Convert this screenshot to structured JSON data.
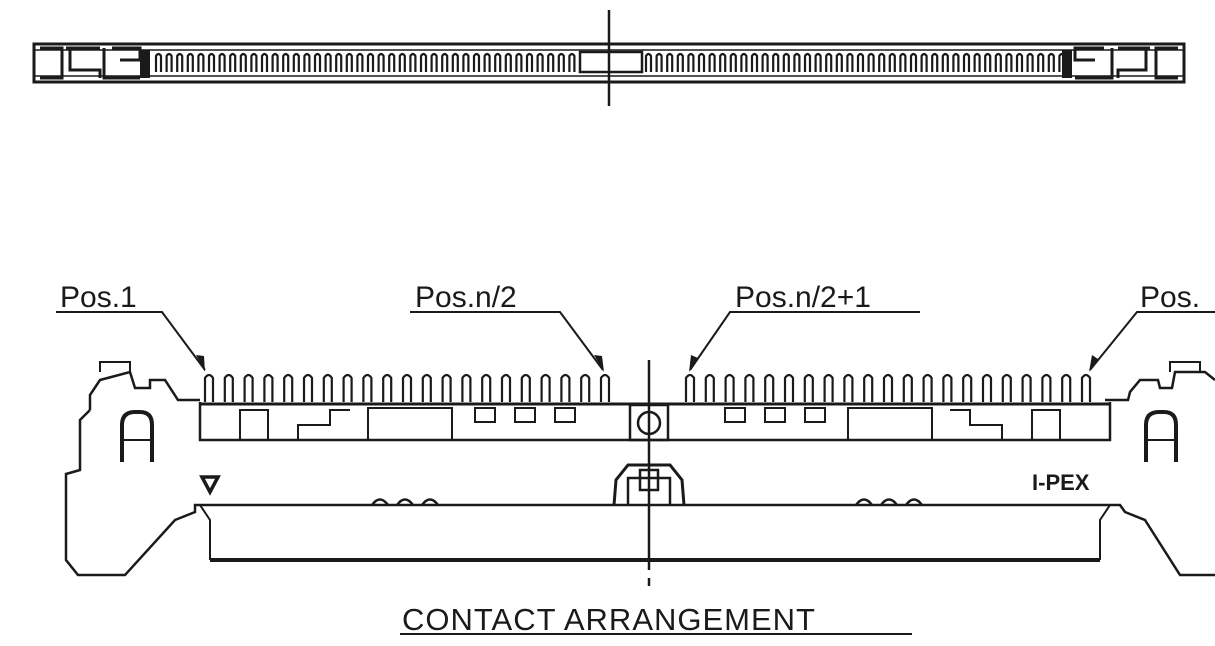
{
  "labels": {
    "pos_1": "Pos.1",
    "pos_n_half": "Pos.n/2",
    "pos_n_half_plus_1": "Pos.n/2+1",
    "pos_n": "Pos."
  },
  "logo_text": "I-PEX",
  "title": "CONTACT ARRANGEMENT",
  "colors": {
    "line": "#1a1a1a",
    "background": "#ffffff"
  }
}
